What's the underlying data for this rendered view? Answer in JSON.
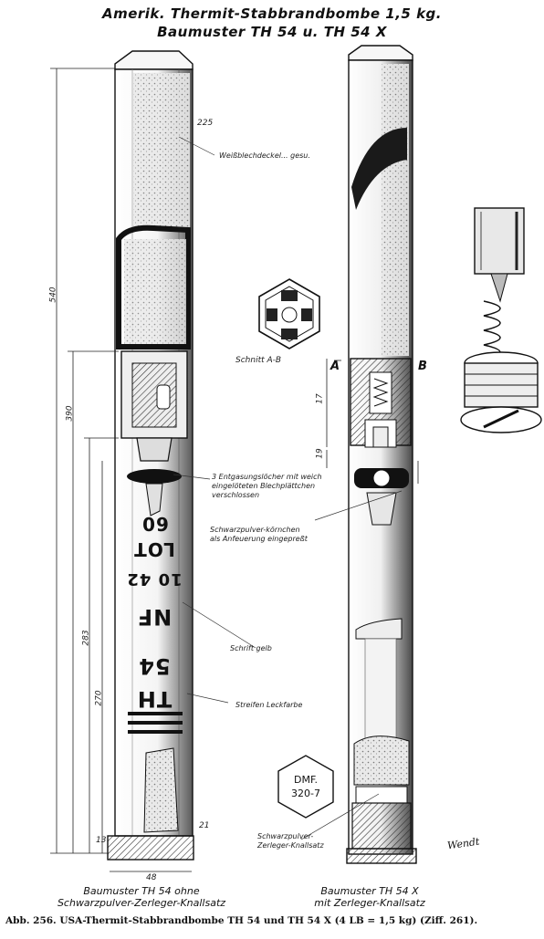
{
  "title": {
    "line1": "Amerik. Thermit-Stabbrandbombe 1,5 kg.",
    "line2": "Baumuster TH 54    u. TH 54 X"
  },
  "labels": {
    "weissblech": "Weißblechdeckel... gesu.",
    "schnitt": "Schnitt A-B",
    "entgasung": "3 Entgasungslöcher mit weich eingelöteten Blechplättchen verschlossen",
    "schwarzpulver_koerner": "Schwarzpulver-körnchen als Anfeuerung eingepreßt",
    "schrift_gelb": "Schrift gelb",
    "streifen": "Streifen Leckfarbe",
    "schwarzpulver_knallsatz": "Schwarzpulver-Zerleger-Knallsatz",
    "section_a": "A",
    "section_b": "B"
  },
  "markings": {
    "lot": "LOT",
    "lot_no": "60",
    "nf_no": "10 42",
    "nf": "NF",
    "th_no": "54",
    "th": "TH"
  },
  "dimensions": {
    "d540": "540",
    "d390": "390",
    "d283": "283",
    "d270": "270",
    "d48": "48",
    "d13": "13",
    "d17": "17",
    "d19": "19",
    "d225": "225",
    "d21": "21"
  },
  "stamp": {
    "line1": "DMF.",
    "line2": "320-7"
  },
  "signature": "Wendt",
  "captions": {
    "left_line1": "Baumuster  TH 54  ohne",
    "left_line2": "Schwarzpulver-Zerleger-Knallsatz",
    "right_line1": "Baumuster  TH 54 X",
    "right_line2": "mit Zerleger-Knallsatz"
  },
  "footer": "Abb. 256.  USA-Thermit-Stabbrandbombe TH 54 und TH 54 X (4 LB = 1,5 kg)  (Ziff. 261)."
}
